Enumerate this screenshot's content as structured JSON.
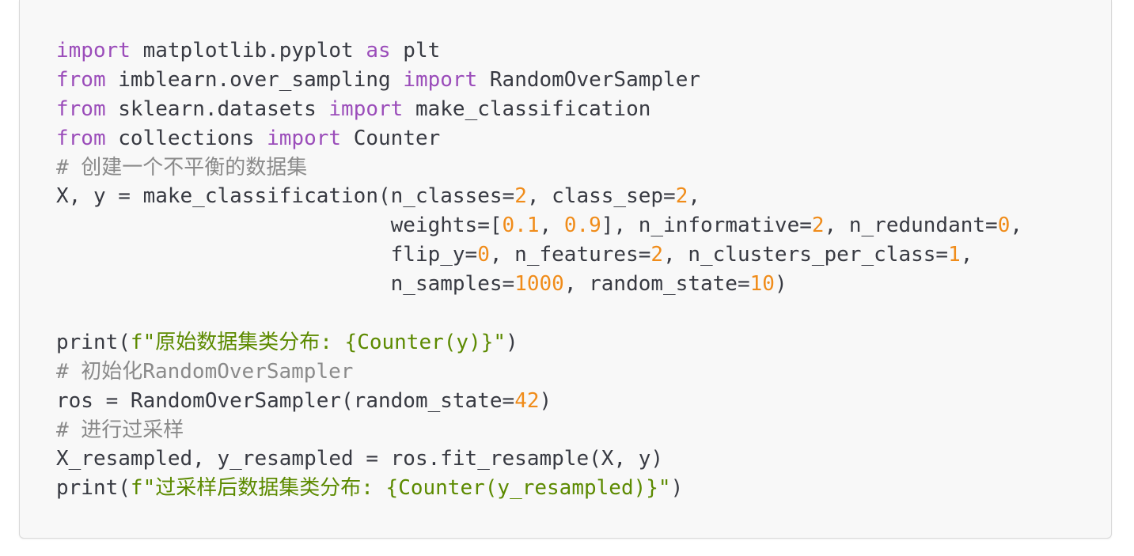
{
  "code": {
    "lines": [
      [
        {
          "t": "kw",
          "v": "import"
        },
        {
          "t": "plain",
          "v": " matplotlib.pyplot "
        },
        {
          "t": "kw",
          "v": "as"
        },
        {
          "t": "plain",
          "v": " plt"
        }
      ],
      [
        {
          "t": "kw",
          "v": "from"
        },
        {
          "t": "plain",
          "v": " imblearn.over_sampling "
        },
        {
          "t": "kw",
          "v": "import"
        },
        {
          "t": "plain",
          "v": " RandomOverSampler"
        }
      ],
      [
        {
          "t": "kw",
          "v": "from"
        },
        {
          "t": "plain",
          "v": " sklearn.datasets "
        },
        {
          "t": "kw",
          "v": "import"
        },
        {
          "t": "plain",
          "v": " make_classification"
        }
      ],
      [
        {
          "t": "kw",
          "v": "from"
        },
        {
          "t": "plain",
          "v": " collections "
        },
        {
          "t": "kw",
          "v": "import"
        },
        {
          "t": "plain",
          "v": " Counter"
        }
      ],
      [
        {
          "t": "cmt",
          "v": "# 创建一个不平衡的数据集"
        }
      ],
      [
        {
          "t": "plain",
          "v": "X, y = make_classification(n_classes="
        },
        {
          "t": "num",
          "v": "2"
        },
        {
          "t": "plain",
          "v": ", class_sep="
        },
        {
          "t": "num",
          "v": "2"
        },
        {
          "t": "plain",
          "v": ","
        }
      ],
      [
        {
          "t": "plain",
          "v": "                           weights=["
        },
        {
          "t": "num",
          "v": "0.1"
        },
        {
          "t": "plain",
          "v": ", "
        },
        {
          "t": "num",
          "v": "0.9"
        },
        {
          "t": "plain",
          "v": "], n_informative="
        },
        {
          "t": "num",
          "v": "2"
        },
        {
          "t": "plain",
          "v": ", n_redundant="
        },
        {
          "t": "num",
          "v": "0"
        },
        {
          "t": "plain",
          "v": ","
        }
      ],
      [
        {
          "t": "plain",
          "v": "                           flip_y="
        },
        {
          "t": "num",
          "v": "0"
        },
        {
          "t": "plain",
          "v": ", n_features="
        },
        {
          "t": "num",
          "v": "2"
        },
        {
          "t": "plain",
          "v": ", n_clusters_per_class="
        },
        {
          "t": "num",
          "v": "1"
        },
        {
          "t": "plain",
          "v": ","
        }
      ],
      [
        {
          "t": "plain",
          "v": "                           n_samples="
        },
        {
          "t": "num",
          "v": "1000"
        },
        {
          "t": "plain",
          "v": ", random_state="
        },
        {
          "t": "num",
          "v": "10"
        },
        {
          "t": "plain",
          "v": ")"
        }
      ],
      [],
      [
        {
          "t": "plain",
          "v": "print("
        },
        {
          "t": "str",
          "v": "f\"原始数据集类分布: {Counter(y)}\""
        },
        {
          "t": "plain",
          "v": ")"
        }
      ],
      [
        {
          "t": "cmt",
          "v": "# 初始化RandomOverSampler"
        }
      ],
      [
        {
          "t": "plain",
          "v": "ros = RandomOverSampler(random_state="
        },
        {
          "t": "num",
          "v": "42"
        },
        {
          "t": "plain",
          "v": ")"
        }
      ],
      [
        {
          "t": "cmt",
          "v": "# 进行过采样"
        }
      ],
      [
        {
          "t": "plain",
          "v": "X_resampled, y_resampled = ros.fit_resample(X, y)"
        }
      ],
      [
        {
          "t": "plain",
          "v": "print("
        },
        {
          "t": "str",
          "v": "f\"过采样后数据集类分布: {Counter(y_resampled)}\""
        },
        {
          "t": "plain",
          "v": ")"
        }
      ]
    ]
  },
  "colors": {
    "keyword": "#9b4dba",
    "number": "#f08c1a",
    "string": "#5c8a00",
    "comment": "#8a8a8a",
    "text": "#383a42",
    "background": "#f8f8f8"
  }
}
